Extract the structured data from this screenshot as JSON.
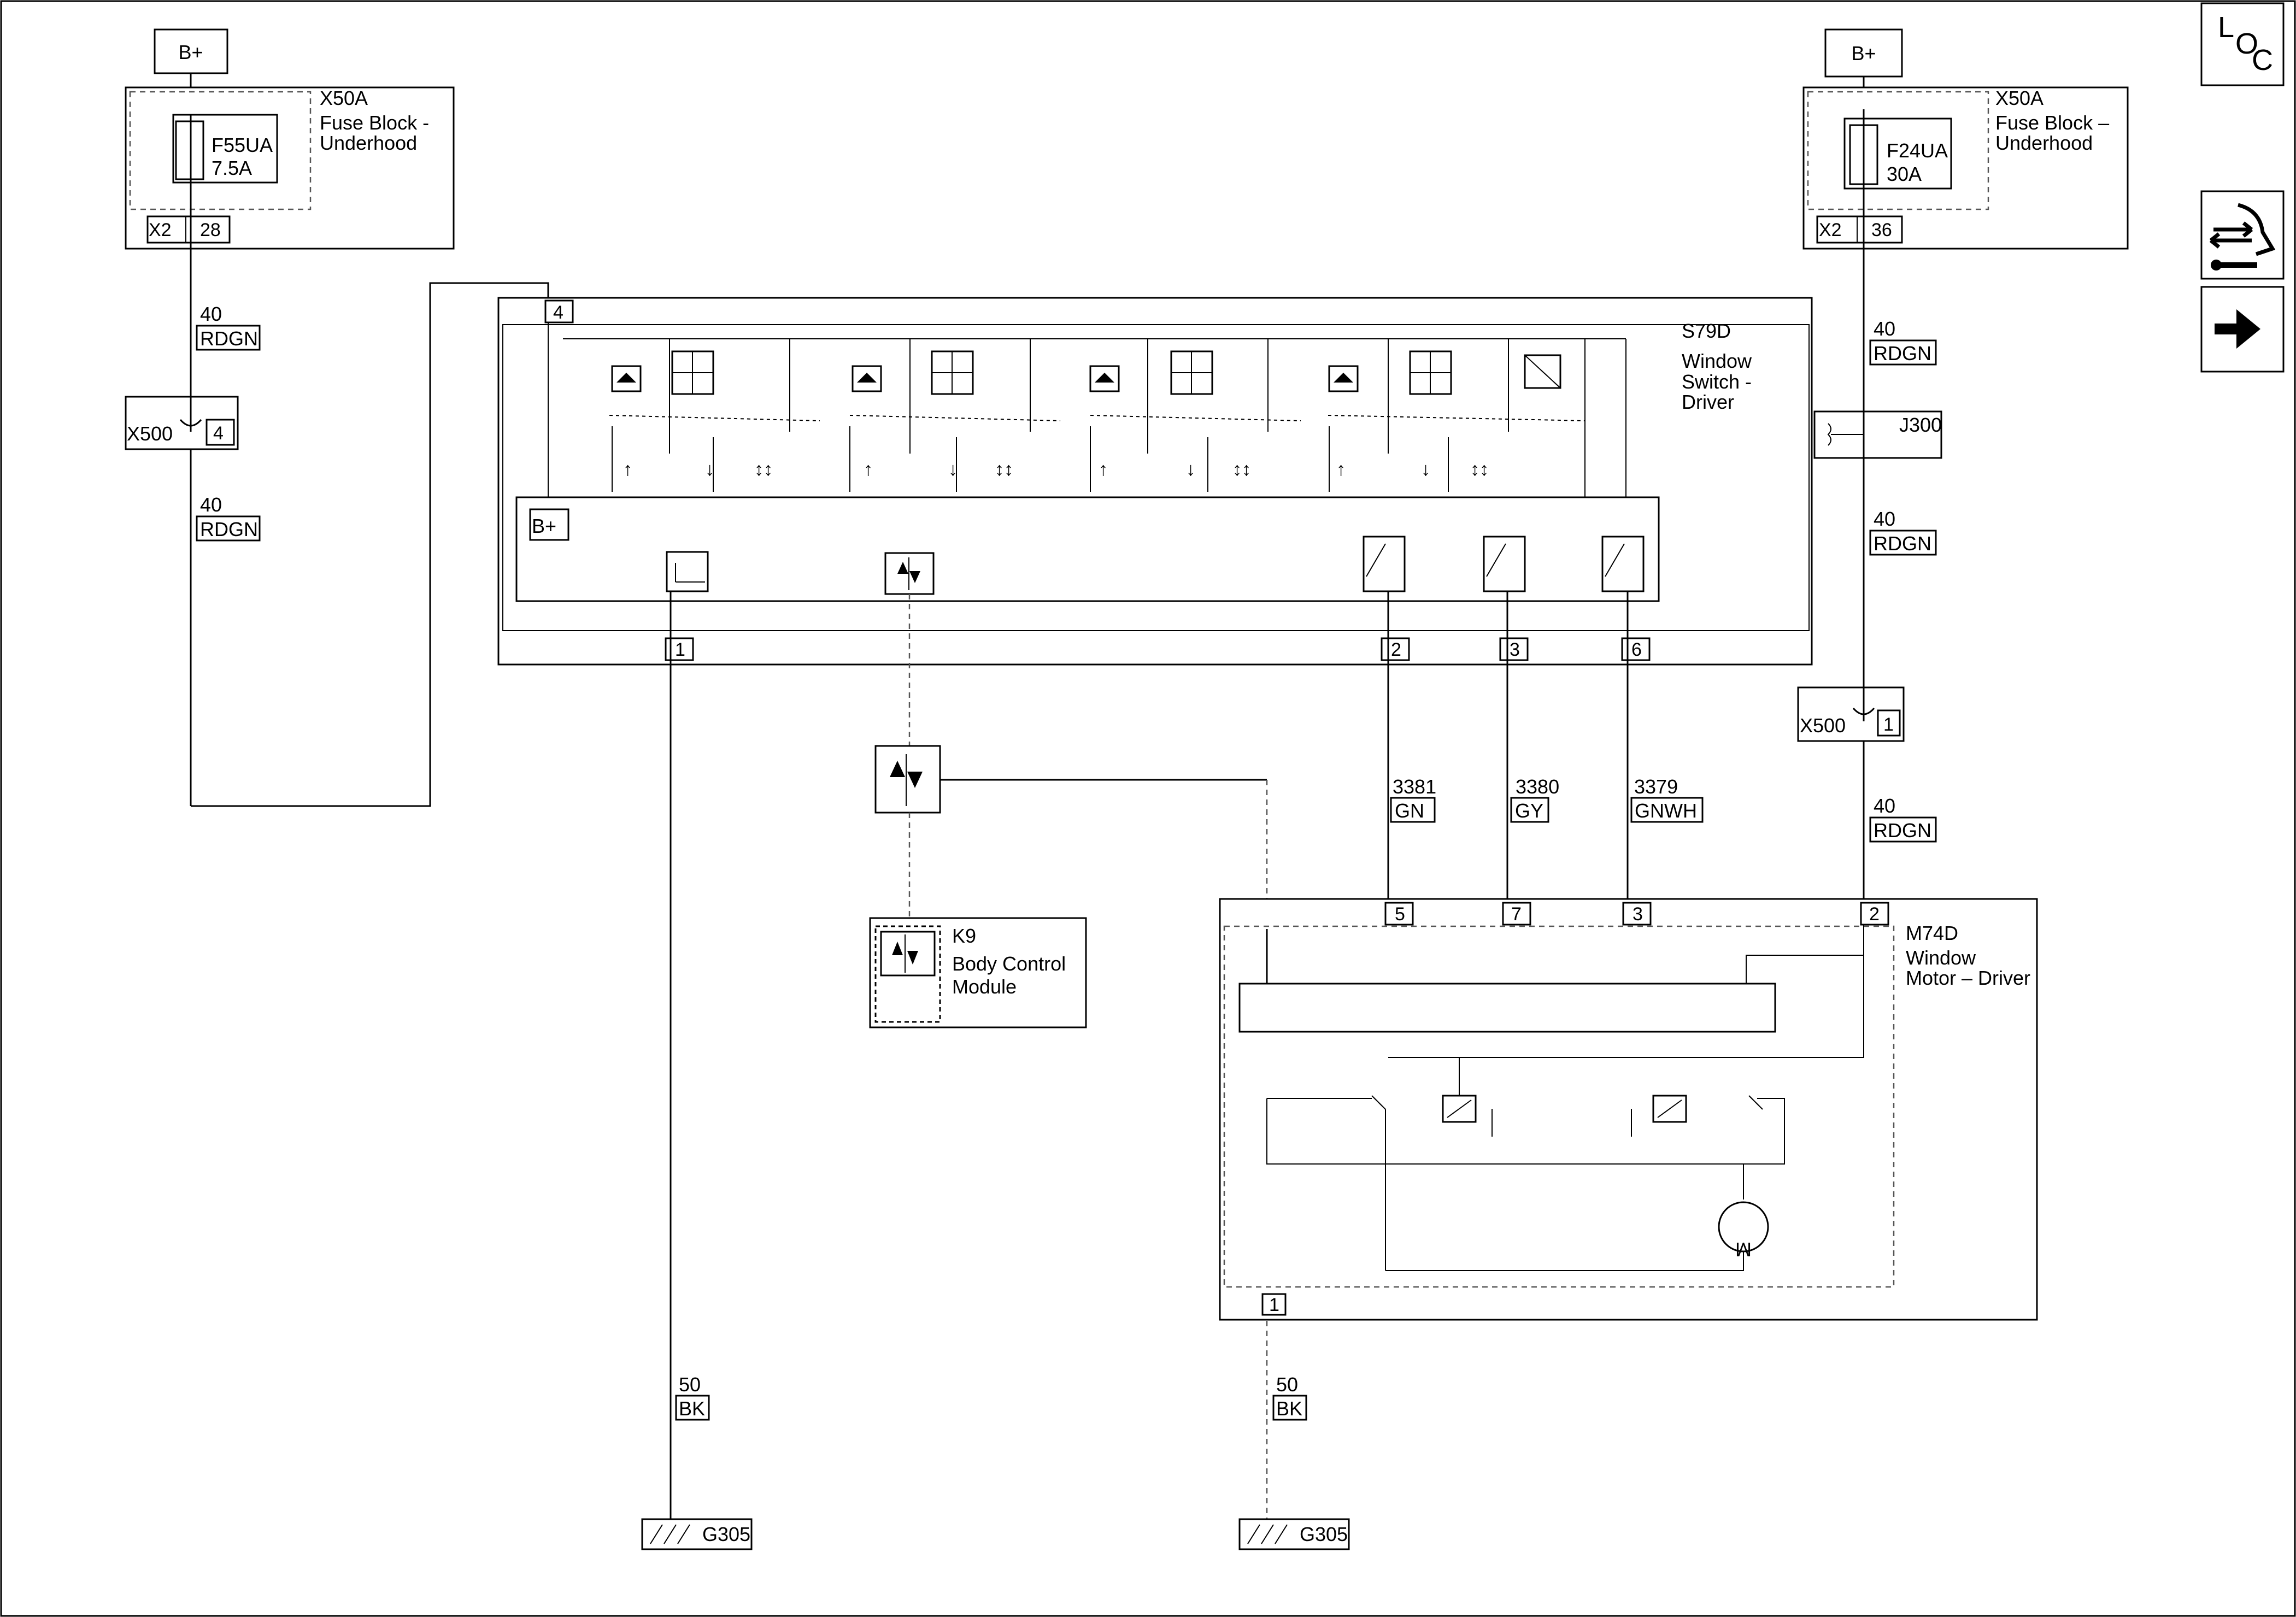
{
  "power": {
    "left": "B+",
    "right": "B+",
    "switch_internal": "B+"
  },
  "fuse_block_left": {
    "ref": "X50A",
    "name_line1": "Fuse Block -",
    "name_line2": "Underhood",
    "fuse_id": "F55UA",
    "fuse_rating": "7.5A",
    "connector": "X2",
    "pin": "28"
  },
  "fuse_block_right": {
    "ref": "X50A",
    "name_line1": "Fuse Block –",
    "name_line2": "Underhood",
    "fuse_id": "F24UA",
    "fuse_rating": "30A",
    "connector": "X2",
    "pin": "36"
  },
  "wires": {
    "left_top": {
      "gauge": "40",
      "color": "RDGN"
    },
    "left_mid": {
      "gauge": "40",
      "color": "RDGN"
    },
    "right_top": {
      "gauge": "40",
      "color": "RDGN"
    },
    "right_mid": {
      "gauge": "40",
      "color": "RDGN"
    },
    "right_low": {
      "gauge": "40",
      "color": "RDGN"
    },
    "w3381": {
      "circuit": "3381",
      "color": "GN"
    },
    "w3380": {
      "circuit": "3380",
      "color": "GY"
    },
    "w3379": {
      "circuit": "3379",
      "color": "GNWH"
    },
    "ground_left": {
      "gauge": "50",
      "color": "BK"
    },
    "ground_right": {
      "gauge": "50",
      "color": "BK"
    }
  },
  "inline_left": {
    "ref": "X500",
    "pin": "4"
  },
  "inline_right": {
    "ref": "X500",
    "pin": "1"
  },
  "splice": {
    "ref": "J300"
  },
  "window_switch": {
    "ref": "S79D",
    "name_line1": "Window",
    "name_line2": "Switch -",
    "name_line3": "Driver",
    "pin_power": "4",
    "pin_ground": "1",
    "pin_a": "2",
    "pin_b": "3",
    "pin_c": "6"
  },
  "bcm": {
    "ref": "K9",
    "name_line1": "Body Control",
    "name_line2": "Module"
  },
  "motor": {
    "ref": "M74D",
    "name_line1": "Window",
    "name_line2": "Motor – Driver",
    "pin_a": "5",
    "pin_b": "7",
    "pin_c": "3",
    "pin_power": "2",
    "pin_ground": "1",
    "symbol": "M"
  },
  "grounds": {
    "left": "G305",
    "right": "G305"
  },
  "side_buttons": {
    "loc_l": "L",
    "loc_o": "O",
    "loc_c": "C",
    "connectors_icon": "connector-tool-icon",
    "next_icon": "arrow-right-icon"
  }
}
